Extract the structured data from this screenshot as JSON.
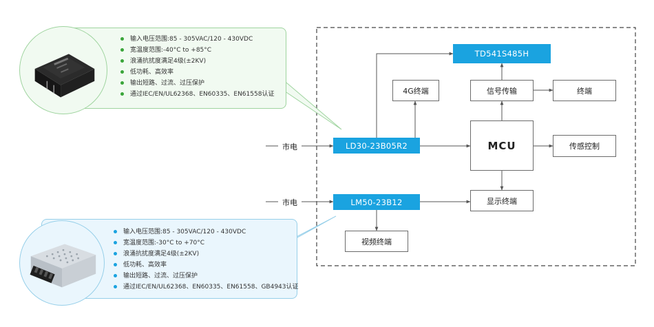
{
  "modules": {
    "ld30": "LD30-23B05R2",
    "lm50": "LM50-23B12",
    "td541": "TD541S485H"
  },
  "blocks": {
    "mcu": "MCU",
    "g4_terminal": "4G终端",
    "signal": "信号传输",
    "terminal": "终端",
    "sensor_control": "传感控制",
    "display_terminal": "显示终端",
    "video_terminal": "视频终端"
  },
  "inputs": {
    "mains_1": "市电",
    "mains_2": "市电"
  },
  "product_ld30": {
    "features": [
      "输入电压范围:85 - 305VAC/120 - 430VDC",
      "宽温度范围:-40°C to +85°C",
      "浪涌抗扰度满足4级(±2KV)",
      "低功耗、高效率",
      "输出短路、过流、过压保护",
      "通过IEC/EN/UL62368、EN60335、EN61558认证"
    ]
  },
  "product_lm50": {
    "features": [
      "输入电压范围:85 - 305VAC/120 - 430VDC",
      "宽温度范围:-30°C to +70°C",
      "浪涌抗扰度满足4级(±2KV)",
      "低功耗、高效率",
      "输出短路、过流、过压保护",
      "通过IEC/EN/UL62368、EN60335、EN61558、GB4943认证"
    ]
  },
  "colors": {
    "module_blue": "#1aa3e0",
    "green_accent": "#3aa53a",
    "line": "#555555"
  }
}
